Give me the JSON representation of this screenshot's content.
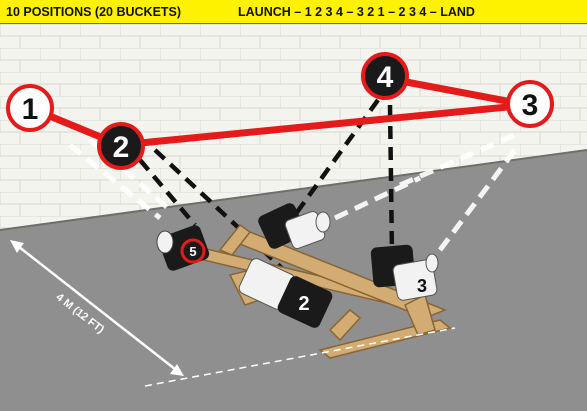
{
  "header": {
    "left_text": "10 POSITIONS (20 BUCKETS)",
    "sequence_label": "LAUNCH",
    "sequence_steps": "– 1 2 3 4 – 3 2 1 – 2 3 4 –",
    "end_label": "LAND"
  },
  "position_markers": [
    {
      "label": "1",
      "style": "white"
    },
    {
      "label": "2",
      "style": "black"
    },
    {
      "label": "3",
      "style": "white"
    },
    {
      "label": "4",
      "style": "black"
    }
  ],
  "bucket_labels": [
    "5",
    "2",
    "3"
  ],
  "distance_label": "4 M (12 FT)",
  "colors": {
    "header_bg": "#fff200",
    "path_red": "#e51b1b",
    "floor_gray": "#8f8f8f",
    "wall_white": "#f4f4ef",
    "wood": "#d3ac74",
    "bucket_black": "#1a1a1a",
    "bucket_white": "#f2f2f2"
  }
}
